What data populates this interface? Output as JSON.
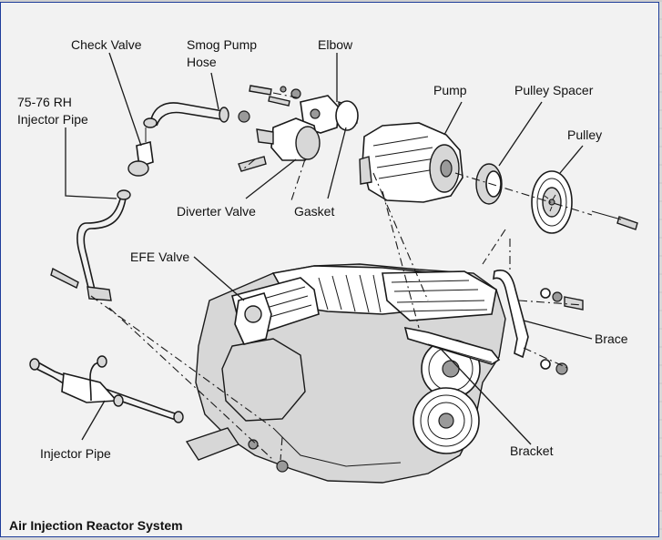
{
  "diagram": {
    "caption": "Air Injection Reactor System",
    "labels": {
      "check_valve": "Check Valve",
      "smog_pump_hose_1": "Smog Pump",
      "smog_pump_hose_2": "Hose",
      "elbow": "Elbow",
      "pump": "Pump",
      "pulley_spacer": "Pulley Spacer",
      "pulley": "Pulley",
      "rh_injector_pipe_1": "75-76 RH",
      "rh_injector_pipe_2": "Injector Pipe",
      "diverter_valve": "Diverter Valve",
      "gasket": "Gasket",
      "efe_valve": "EFE Valve",
      "brace": "Brace",
      "bracket": "Bracket",
      "injector_pipe": "Injector Pipe"
    }
  }
}
